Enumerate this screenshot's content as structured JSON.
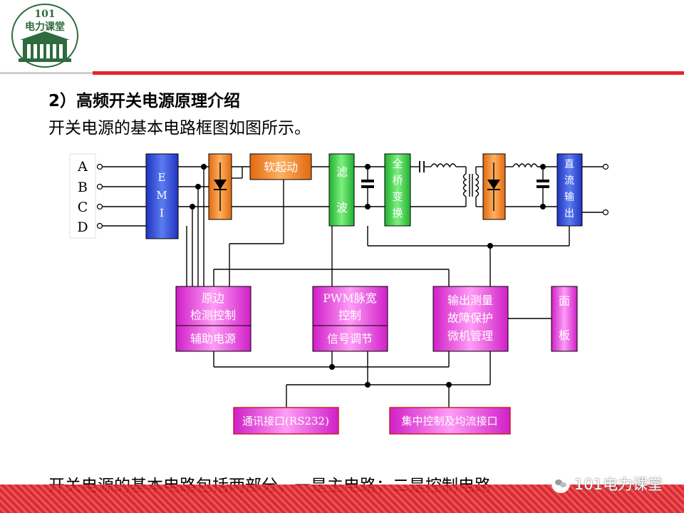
{
  "logo": {
    "number": "101",
    "name": "电力课堂"
  },
  "title": "2）高频开关电源原理介绍",
  "subtitle": "开关电源的基本电路框图如图所示。",
  "bottom_text": "开关电源的基本电路包括两部分，一是主电路；二是控制电路",
  "watermark": "101电力课堂",
  "diagram": {
    "inputs": [
      "A",
      "B",
      "C",
      "D"
    ],
    "emi": [
      "E",
      "M",
      "I"
    ],
    "soft_start": "软起动",
    "filter": [
      "滤",
      "波"
    ],
    "full_bridge": [
      "全",
      "桥",
      "变",
      "换"
    ],
    "dc_output": [
      "直",
      "流",
      "输",
      "出"
    ],
    "primary_detect": [
      "原边",
      "检测控制"
    ],
    "aux_power": "辅助电源",
    "pwm": [
      "PWM脉宽",
      "控制"
    ],
    "signal_adjust": "信号调节",
    "output_measure": [
      "输出测量",
      "故障保护",
      "微机管理"
    ],
    "panel": [
      "面",
      "板"
    ],
    "comm": "通讯接口(RS232)",
    "central": "集中控制及均流接口"
  },
  "colors": {
    "emi": "#3c5bd6",
    "rectifier": "#f08a2a",
    "soft_start": "#f08a2a",
    "filter": "#3ecf4a",
    "control": "#e23cd6",
    "output": "#3c5bd6",
    "red_rule": "#e3262b",
    "comm_border": "#c8202a"
  }
}
